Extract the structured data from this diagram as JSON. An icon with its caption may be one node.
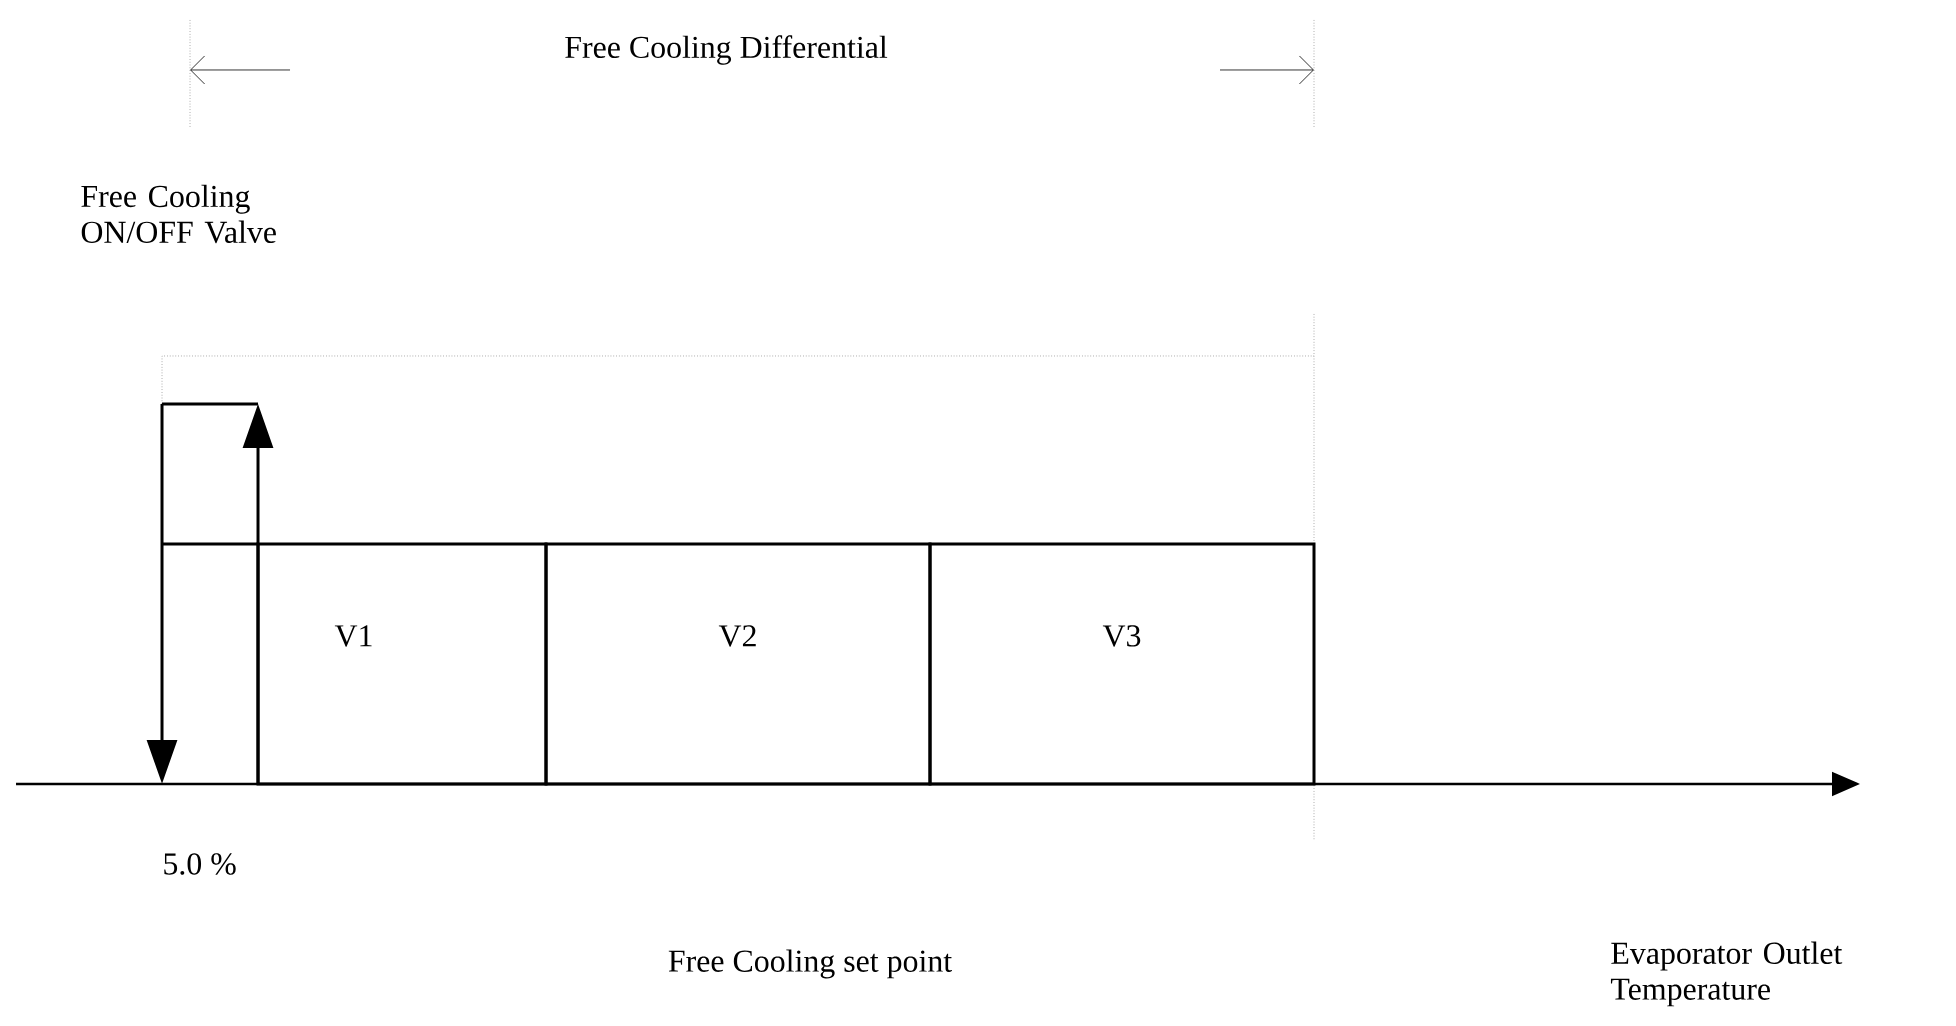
{
  "diagram": {
    "nodes": [
      {
        "text": [
          "V1"
        ]
      },
      {
        "text": [
          "V2"
        ]
      },
      {
        "text": [
          "V3"
        ]
      }
    ],
    "labels": [
      "Free Cooling Differential",
      "Free Cooling ON/OFF Valve",
      "5.0 %",
      "Free Cooling set point",
      "Evaporator Outlet Temperature"
    ]
  }
}
